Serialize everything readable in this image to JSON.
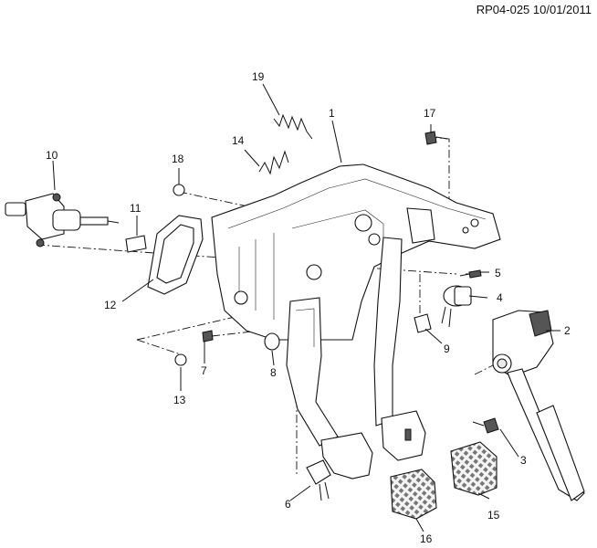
{
  "header": {
    "reference": "RP04-025 10/01/2011"
  },
  "callouts": [
    "1",
    "2",
    "3",
    "4",
    "5",
    "6",
    "7",
    "8",
    "9",
    "10",
    "11",
    "12",
    "13",
    "14",
    "15",
    "16",
    "17",
    "18",
    "19"
  ]
}
